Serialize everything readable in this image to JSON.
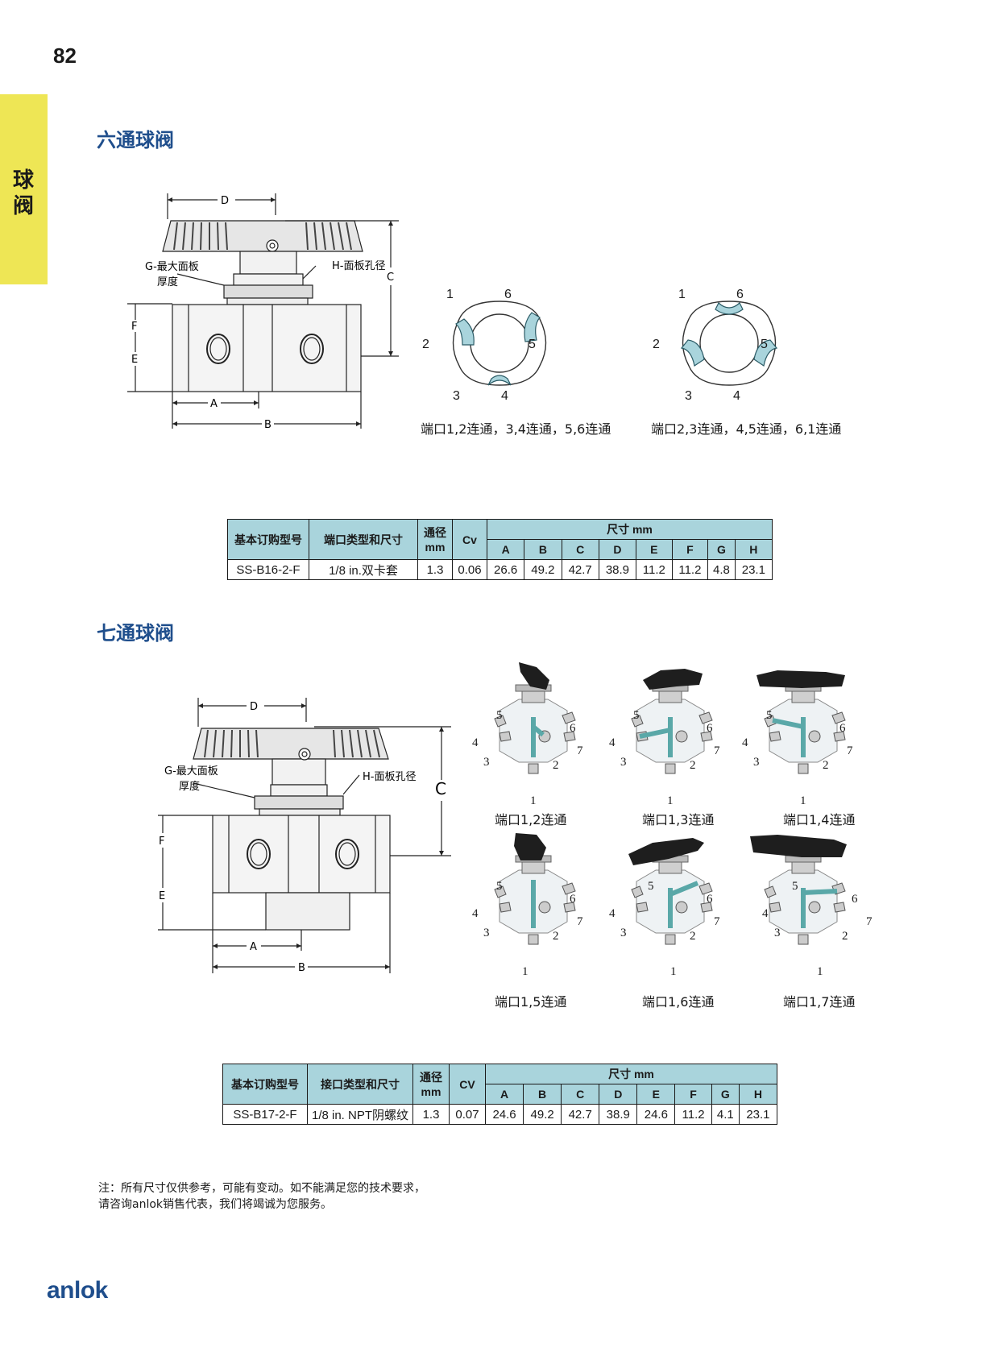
{
  "page_number": "82",
  "side_tab": [
    "球",
    "阀"
  ],
  "section1": {
    "title": "六通球阀",
    "drawing": {
      "d": "D",
      "g_label_1": "G-最大面板",
      "g_label_2": "厚度",
      "h_label": "H-面板孔径",
      "c": "C",
      "f": "F",
      "e": "E",
      "a": "A",
      "b": "B"
    },
    "diagram_left": {
      "ports": [
        "1",
        "6",
        "2",
        "5",
        "3",
        "4"
      ],
      "caption": "端口1,2连通，3,4连通，5,6连通"
    },
    "diagram_right": {
      "ports": [
        "1",
        "6",
        "2",
        "5",
        "3",
        "4"
      ],
      "caption": "端口2,3连通，4,5连通，6,1连通"
    },
    "table": {
      "headers": {
        "model": "基本订购型号",
        "port": "端口类型和尺寸",
        "bore_1": "通径",
        "bore_2": "mm",
        "cv": "Cv",
        "dims": "尺寸 mm"
      },
      "dim_cols": [
        "A",
        "B",
        "C",
        "D",
        "E",
        "F",
        "G",
        "H"
      ],
      "row": {
        "model": "SS-B16-2-F",
        "port": "1/8 in.双卡套",
        "bore": "1.3",
        "cv": "0.06",
        "dims": [
          "26.6",
          "49.2",
          "42.7",
          "38.9",
          "11.2",
          "11.2",
          "4.8",
          "23.1"
        ]
      }
    }
  },
  "section2": {
    "title": "七通球阀",
    "drawing": {
      "d": "D",
      "g_label_1": "G-最大面板",
      "g_label_2": "厚度",
      "h_label": "H-面板孔径",
      "c": "C",
      "f": "F",
      "e": "E",
      "a": "A",
      "b": "B"
    },
    "valves": [
      {
        "caption": "端口1,2连通",
        "ports": [
          "5",
          "6",
          "4",
          "7",
          "3",
          "2",
          "1"
        ]
      },
      {
        "caption": "端口1,3连通",
        "ports": [
          "5",
          "6",
          "4",
          "7",
          "3",
          "2",
          "1"
        ]
      },
      {
        "caption": "端口1,4连通",
        "ports": [
          "5",
          "6",
          "4",
          "7",
          "3",
          "2",
          "1"
        ]
      },
      {
        "caption": "端口1,5连通",
        "ports": [
          "5",
          "6",
          "4",
          "7",
          "3",
          "2",
          "1"
        ]
      },
      {
        "caption": "端口1,6连通",
        "ports": [
          "5",
          "6",
          "4",
          "7",
          "3",
          "2",
          "1"
        ]
      },
      {
        "caption": "端口1,7连通",
        "ports": [
          "5",
          "6",
          "4",
          "7",
          "3",
          "2",
          "1"
        ]
      }
    ],
    "table": {
      "headers": {
        "model": "基本订购型号",
        "port": "接口类型和尺寸",
        "bore_1": "通径",
        "bore_2": "mm",
        "cv": "CV",
        "dims": "尺寸 mm"
      },
      "dim_cols": [
        "A",
        "B",
        "C",
        "D",
        "E",
        "F",
        "G",
        "H"
      ],
      "row": {
        "model": "SS-B17-2-F",
        "port": "1/8 in. NPT阴螺纹",
        "bore": "1.3",
        "cv": "0.07",
        "dims": [
          "24.6",
          "49.2",
          "42.7",
          "38.9",
          "24.6",
          "11.2",
          "4.1",
          "23.1"
        ]
      }
    }
  },
  "note": {
    "line1": "注：所有尺寸仅供参考，可能有变动。如不能满足您的技术要求，",
    "line2": "请咨询anlok销售代表，我们将竭诚为您服务。"
  },
  "logo": "anlok",
  "colors": {
    "accent": "#1f4e8c",
    "tab": "#eee655",
    "table_header": "#a9d4dc",
    "flow": "#a9d4dc"
  }
}
